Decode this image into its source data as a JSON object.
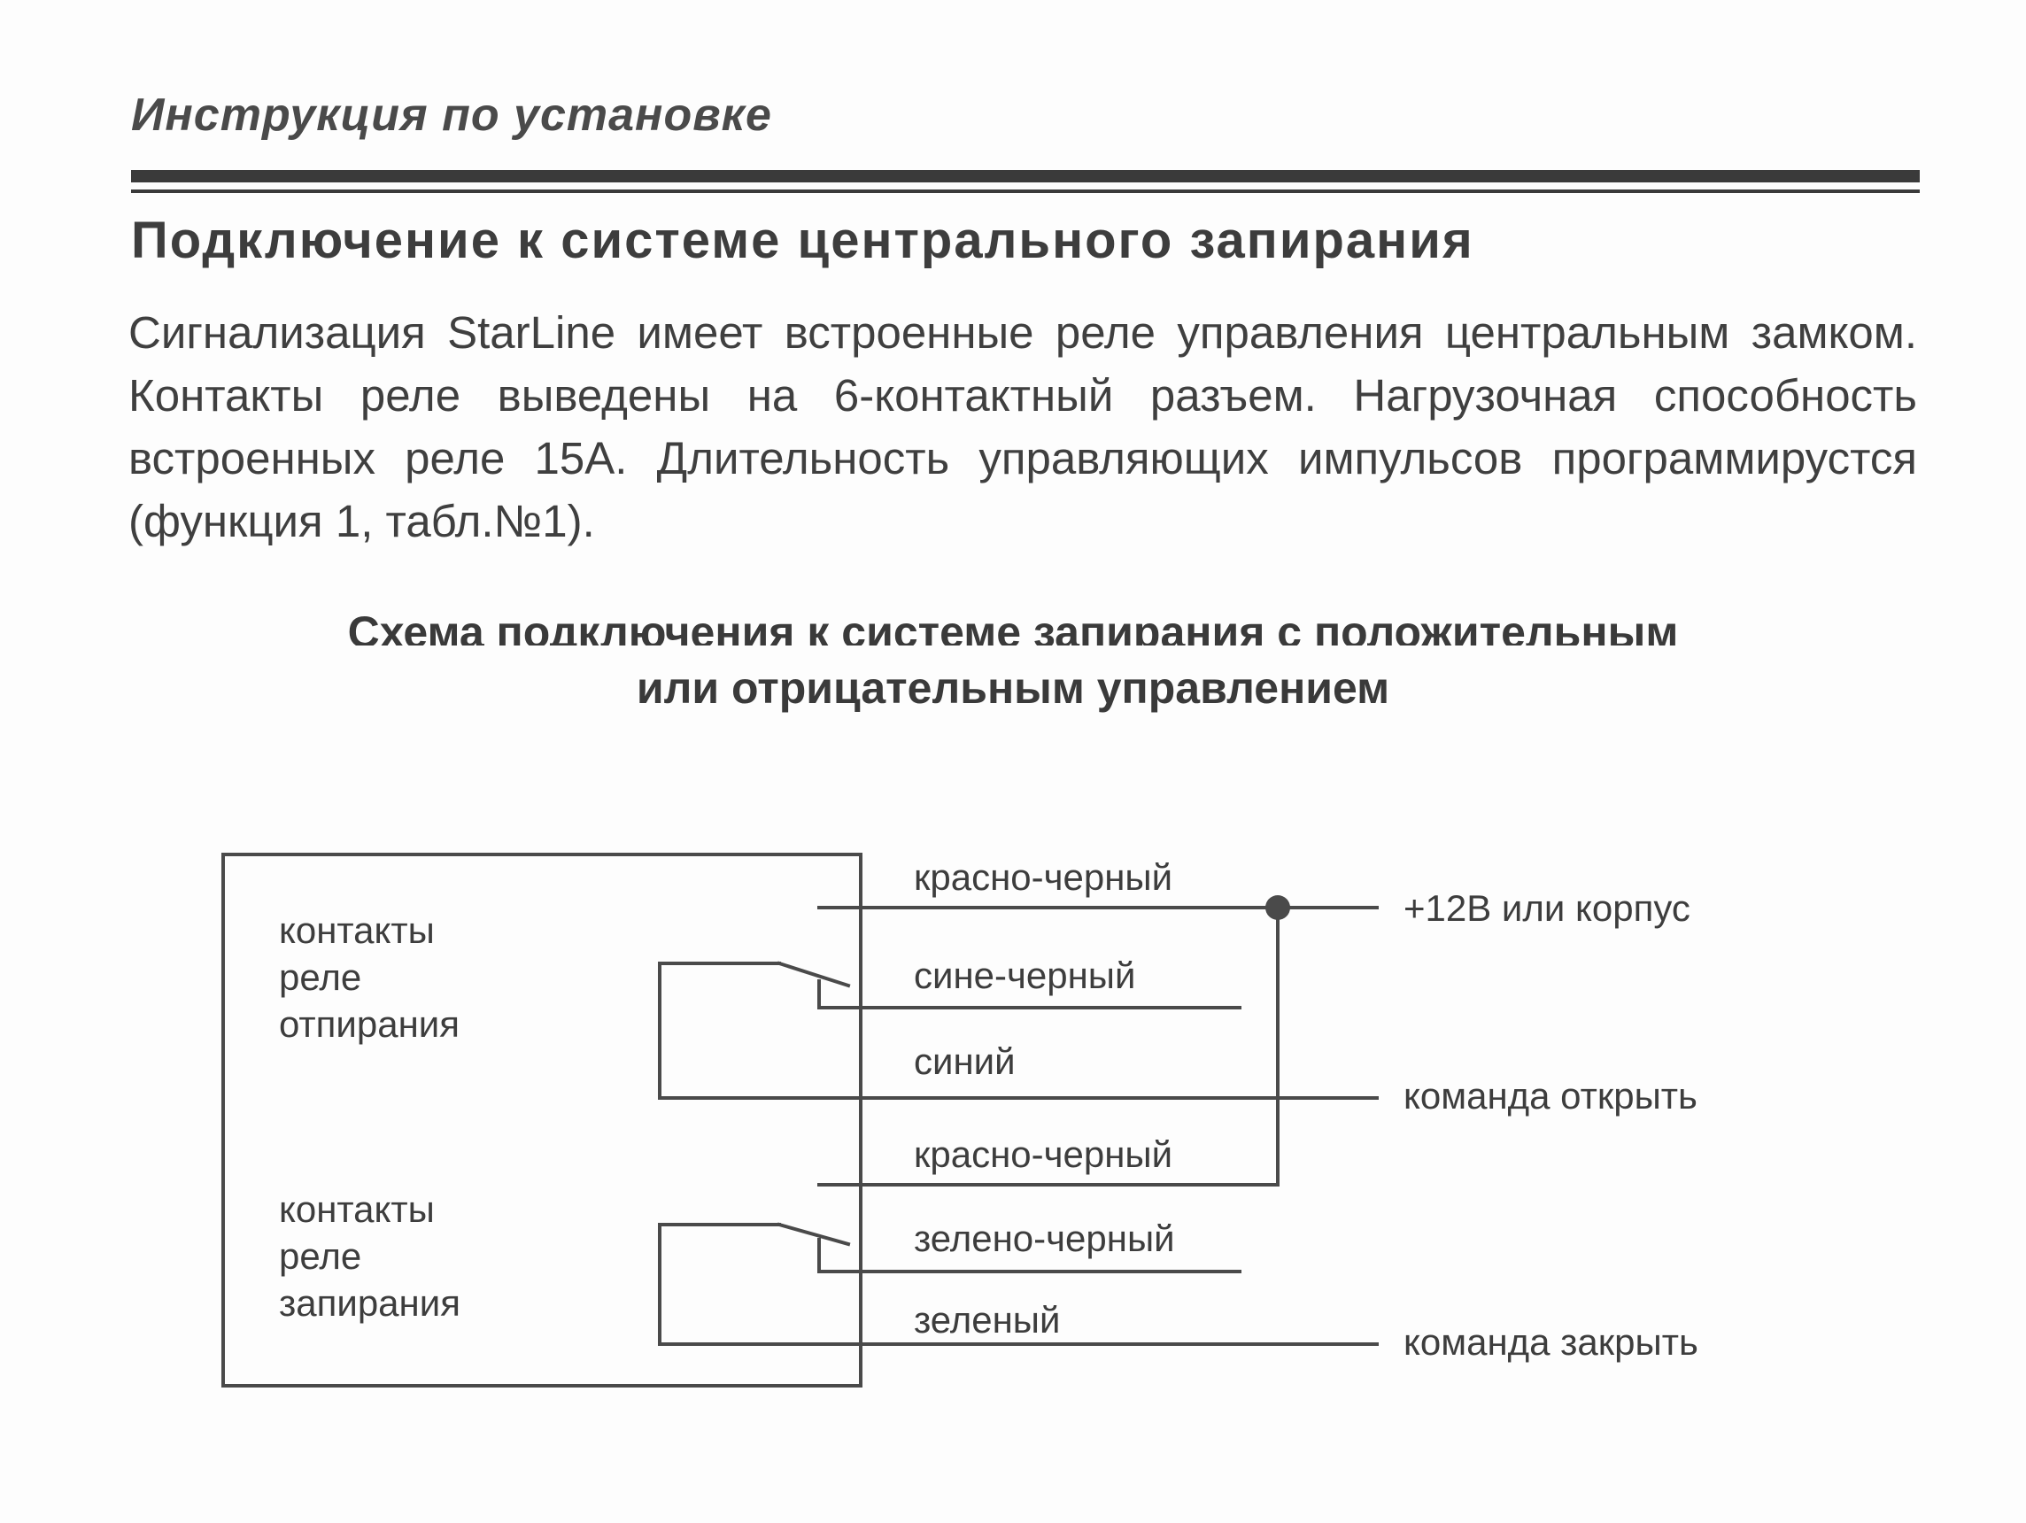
{
  "header": {
    "title": "Инструкция по установке"
  },
  "section": {
    "title": "Подключение к системе центрального запирания",
    "paragraph": "Сигнализация StarLine  имеет встроенные реле управления центральным замком. Контакты реле выведены на 6-контактный разъем. Нагрузочная способность встроенных реле 15А. Длительность управляющих импульсов программирустся (функция 1, табл.№1)."
  },
  "diagram": {
    "title_line1": "Схема подключения к системе запирания с положительным",
    "title_line2": "или отрицательным управлением",
    "relays": {
      "unlock": [
        "контакты",
        "реле",
        "отпирания"
      ],
      "lock": [
        "контакты",
        "реле",
        "запирания"
      ]
    },
    "wires": {
      "red_black_1": "красно-черный",
      "blue_black": "сине-черный",
      "blue": "синий",
      "red_black_2": "красно-черный",
      "green_black": "зелено-черный",
      "green": "зеленый"
    },
    "outputs": {
      "power": "+12В или корпус",
      "open": "команда открыть",
      "close": "команда закрыть"
    }
  }
}
